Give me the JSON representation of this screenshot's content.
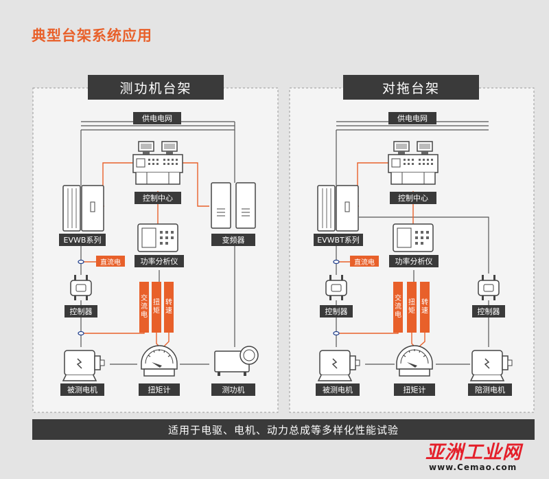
{
  "page_title": "典型台架系统应用",
  "left_panel": {
    "title": "测功机台架",
    "grid_label": "供电电网",
    "control_center": "控制中心",
    "drive": "EVWB系列",
    "inverter": "变频器",
    "analyzer": "功率分析仪",
    "dc_label": "直流电",
    "controller": "控制器",
    "signal_ac": "交流电",
    "signal_torque": "扭矩",
    "signal_speed": "转速",
    "motor_under_test": "被测电机",
    "torque_meter": "扭矩计",
    "dyno": "测功机"
  },
  "right_panel": {
    "title": "对拖台架",
    "grid_label": "供电电网",
    "control_center": "控制中心",
    "drive": "EVWBT系列",
    "analyzer": "功率分析仪",
    "dc_label": "直流电",
    "controller_left": "控制器",
    "controller_right": "控制器",
    "signal_ac": "交流电",
    "signal_torque": "扭矩",
    "signal_speed": "转速",
    "motor_under_test": "被测电机",
    "torque_meter": "扭矩计",
    "companion_motor": "陪测电机"
  },
  "footer": "适用于电驱、电机、动力总成等多样化性能试验",
  "watermark": {
    "logo_text": "亚洲工业网",
    "url": "www.Cemao.com"
  },
  "colors": {
    "accent": "#e8602a",
    "dark": "#3a3a3a",
    "line": "#555555"
  }
}
